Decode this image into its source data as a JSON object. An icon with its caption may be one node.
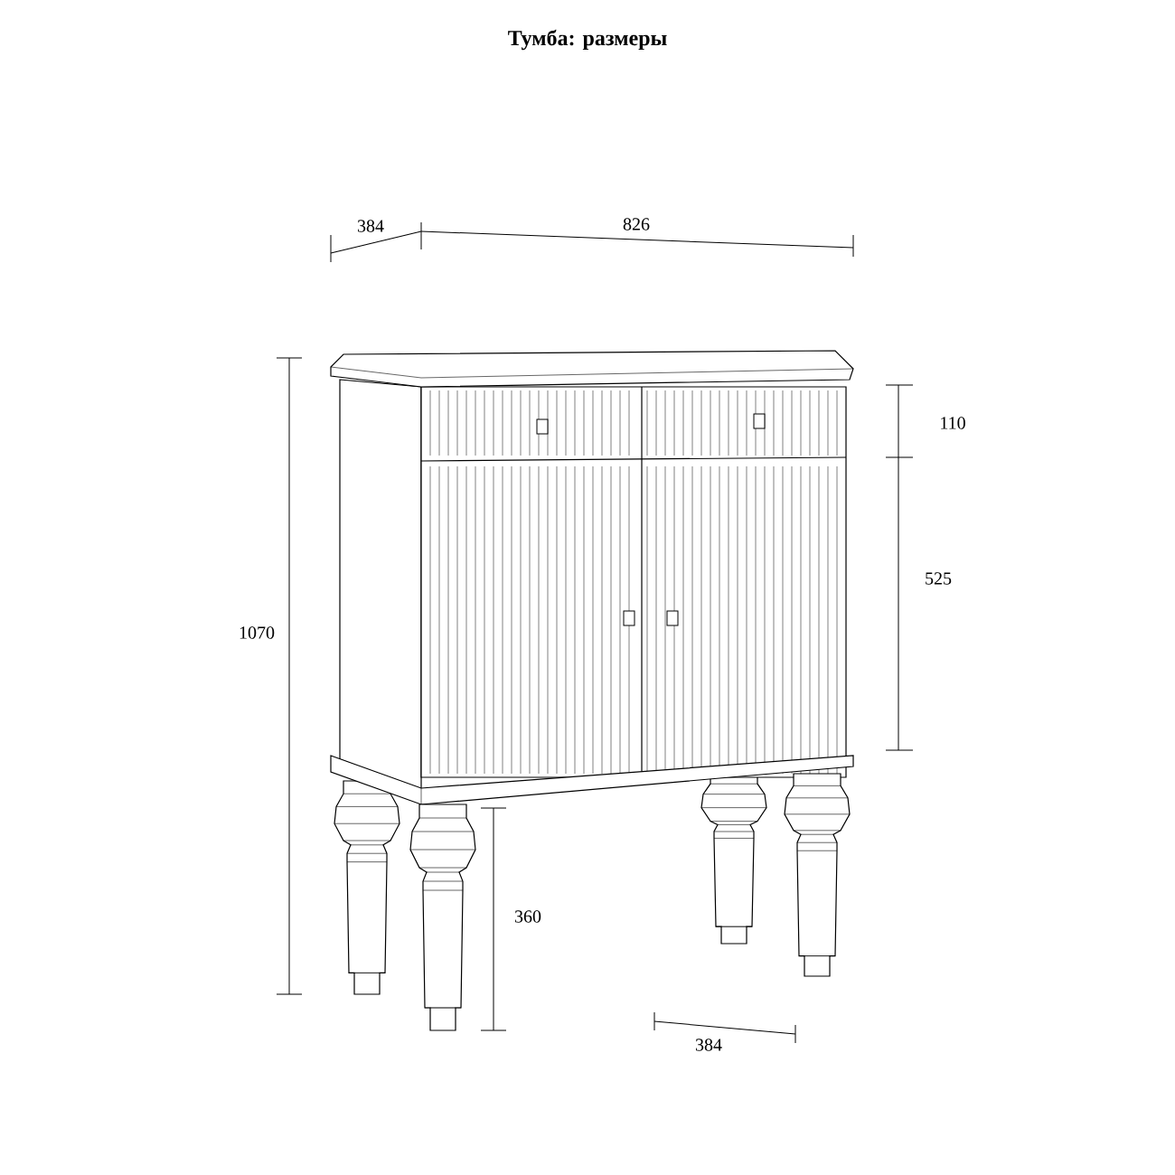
{
  "diagram": {
    "title": "Тумба: размеры",
    "labels": [
      "384",
      "826",
      "110",
      "525",
      "1070",
      "360",
      "384"
    ]
  }
}
